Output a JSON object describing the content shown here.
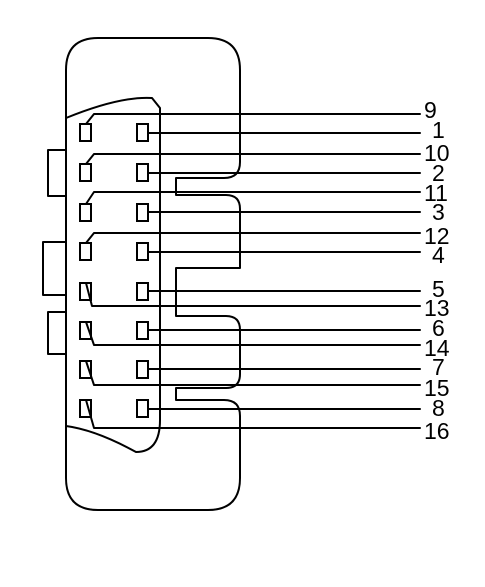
{
  "colors": {
    "line": "#000000",
    "background": "#ffffff"
  },
  "pin_labels": [
    {
      "id": "9",
      "text": "9"
    },
    {
      "id": "1",
      "text": "1"
    },
    {
      "id": "10",
      "text": "10"
    },
    {
      "id": "2",
      "text": "2"
    },
    {
      "id": "11",
      "text": "11"
    },
    {
      "id": "3",
      "text": "3"
    },
    {
      "id": "12",
      "text": "12"
    },
    {
      "id": "4",
      "text": "4"
    },
    {
      "id": "5",
      "text": "5"
    },
    {
      "id": "13",
      "text": "13"
    },
    {
      "id": "6",
      "text": "6"
    },
    {
      "id": "14",
      "text": "14"
    },
    {
      "id": "7",
      "text": "7"
    },
    {
      "id": "15",
      "text": "15"
    },
    {
      "id": "8",
      "text": "8"
    },
    {
      "id": "16",
      "text": "16"
    }
  ]
}
